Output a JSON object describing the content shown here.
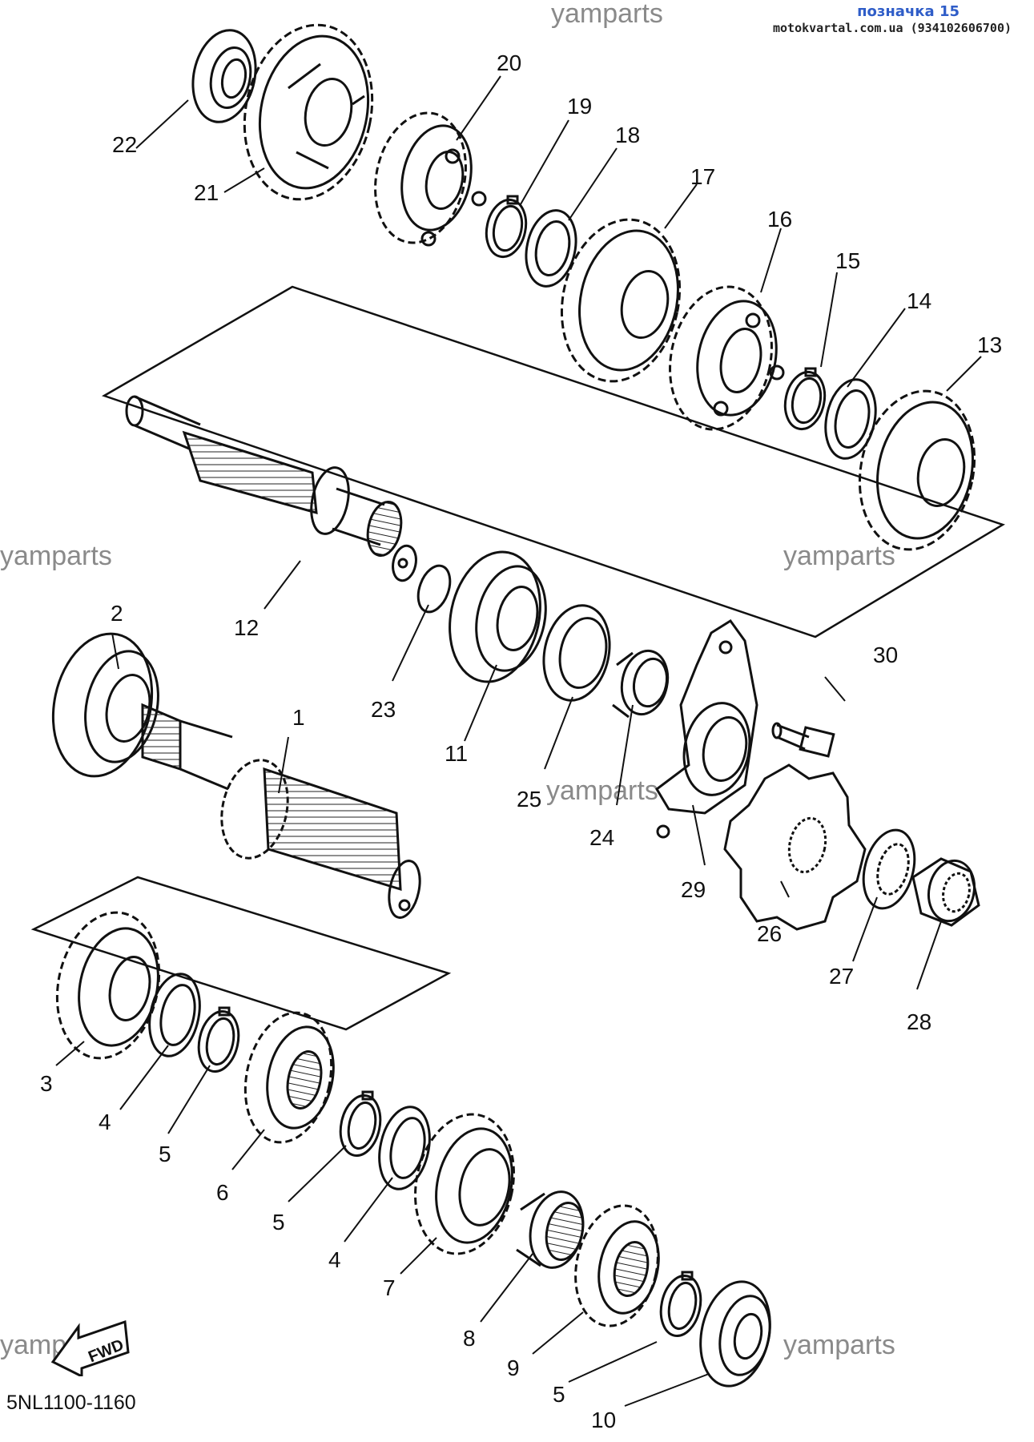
{
  "header": {
    "title": "позначка 15",
    "contact": "motokvartal.com.ua (934102606700)"
  },
  "footer": {
    "diagram_code": "5NL1100-1160",
    "direction_label": "FWD"
  },
  "watermark": "yamparts",
  "callouts": [
    "1",
    "2",
    "3",
    "4",
    "5",
    "6",
    "7",
    "8",
    "9",
    "10",
    "11",
    "12",
    "13",
    "14",
    "15",
    "16",
    "17",
    "18",
    "19",
    "20",
    "21",
    "22",
    "23",
    "24",
    "25",
    "26",
    "27",
    "28",
    "29",
    "30",
    "4",
    "5",
    "5"
  ]
}
